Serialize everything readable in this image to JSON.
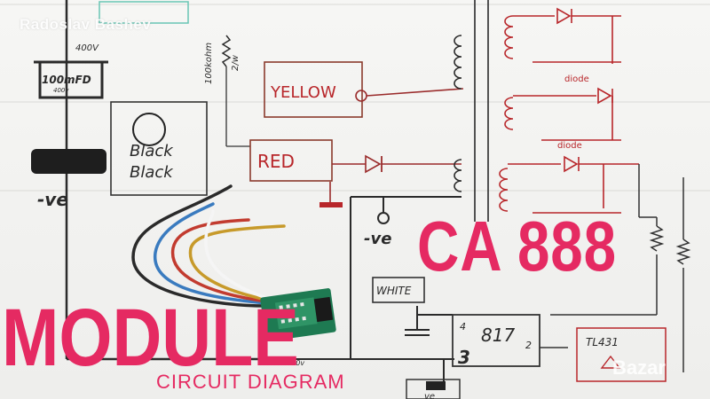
{
  "photo": {
    "watermark": "Radoslav Bashev",
    "logo": "Bazar",
    "overlay_title_right": "CA 888",
    "overlay_title_left": "MODULE",
    "overlay_subtitle": "CIRCUIT DIAGRAM",
    "accent_color": "#e52a62"
  },
  "diagram_labels": {
    "cap_voltage": "400V",
    "cap_value": "100mFD",
    "cap_small": "400v",
    "neg_left": "-ve",
    "neg_mid": "-ve",
    "box_black_1": "Black",
    "box_black_2": "Black",
    "box_yellow": "YELLOW",
    "box_red": "RED",
    "box_white": "WHITE",
    "chip_817": "817",
    "pin_4": "4",
    "pin_3": "3",
    "pin_2": "2",
    "chip_tl431": "TL431",
    "resistor_note": "100kohm",
    "resistor_watts": "2/w",
    "diode_1": "diode",
    "diode_2": "diode",
    "cap_mid": "1000v",
    "ve_bottom": "ve"
  }
}
